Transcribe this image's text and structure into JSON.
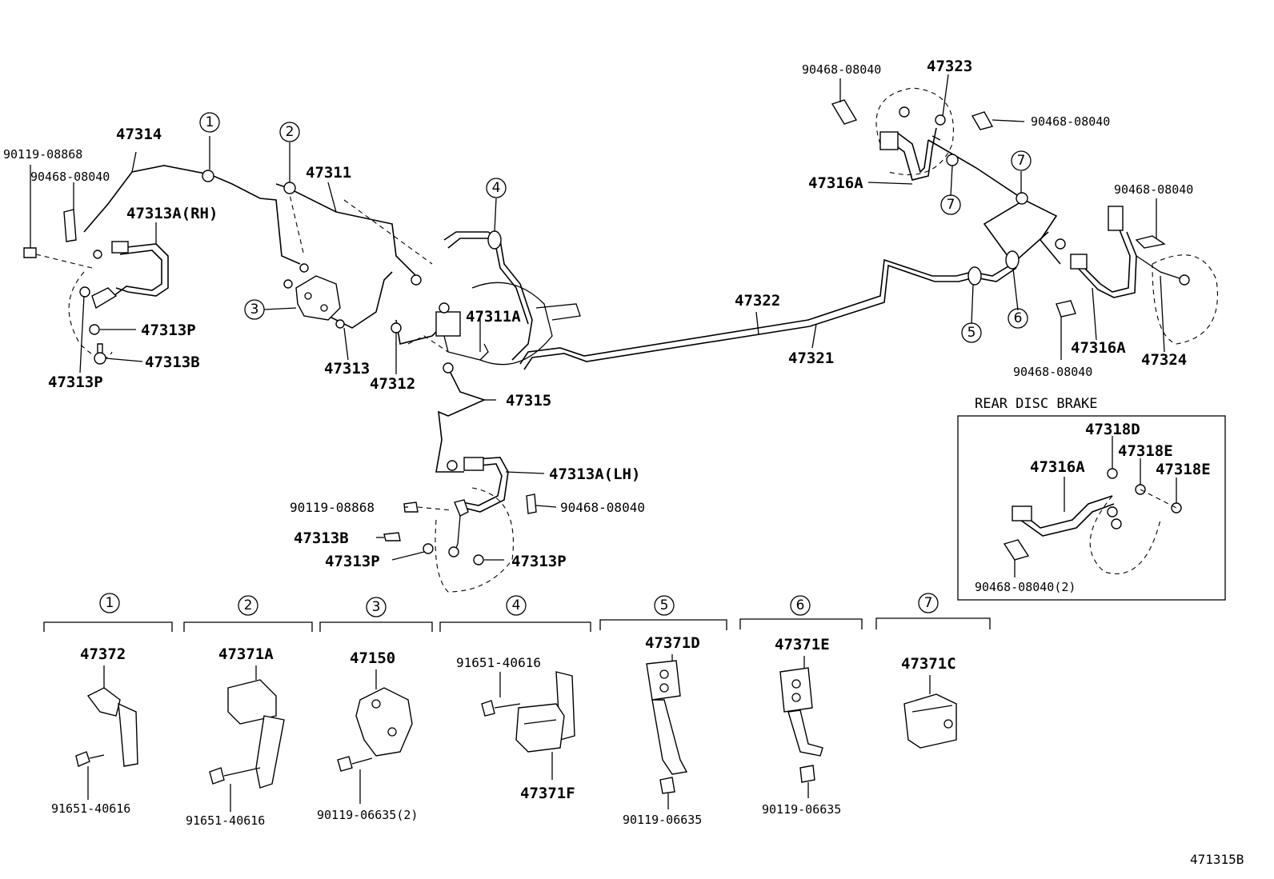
{
  "diagram": {
    "figure_code": "471315B",
    "rear_disc_brake_title": "REAR DISC BRAKE",
    "labels": {
      "p47314": "47314",
      "p47311": "47311",
      "p90119_08868_a": "90119-08868",
      "p90468_08040_a": "90468-08040",
      "p47313A_RH": "47313A(RH)",
      "p47313P_a": "47313P",
      "p47313B_a": "47313B",
      "p47313P_b": "47313P",
      "p47313": "47313",
      "p47312": "47312",
      "p47311A": "47311A",
      "p47315": "47315",
      "p47313A_LH": "47313A(LH)",
      "p90119_08868_b": "90119-08868",
      "p90468_08040_b": "90468-08040",
      "p47313B_b": "47313B",
      "p47313P_c": "47313P",
      "p47313P_d": "47313P",
      "p47322": "47322",
      "p47321": "47321",
      "p90468_08040_c": "90468-08040",
      "p47323": "47323",
      "p90468_08040_d": "90468-08040",
      "p47316A_a": "47316A",
      "p90468_08040_e": "90468-08040",
      "p47316A_b": "47316A",
      "p47324": "47324",
      "p90468_08040_f": "90468-08040",
      "p47318D": "47318D",
      "p47318E_a": "47318E",
      "p47318E_b": "47318E",
      "p47316A_c": "47316A",
      "p90468_08040_2": "90468-08040(2)"
    },
    "callouts": [
      "1",
      "2",
      "3",
      "4",
      "5",
      "6",
      "7"
    ],
    "detail_groups": [
      {
        "number": "1",
        "parts": [
          "47372",
          "91651-40616"
        ]
      },
      {
        "number": "2",
        "parts": [
          "47371A",
          "91651-40616"
        ]
      },
      {
        "number": "3",
        "parts": [
          "47150",
          "90119-06635(2)"
        ]
      },
      {
        "number": "4",
        "parts": [
          "91651-40616",
          "47371F"
        ]
      },
      {
        "number": "5",
        "parts": [
          "47371D",
          "90119-06635"
        ]
      },
      {
        "number": "6",
        "parts": [
          "47371E",
          "90119-06635"
        ]
      },
      {
        "number": "7",
        "parts": [
          "47371C"
        ]
      }
    ]
  }
}
